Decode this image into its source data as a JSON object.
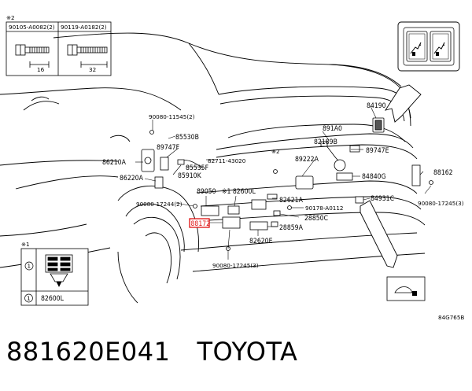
{
  "diagram": {
    "callouts": {
      "inset_ref_2": "※2",
      "inset_ref_1": "※1",
      "bolt_a": "90105-A0082(2)",
      "bolt_b": "90119-A0182(2)",
      "dim_a": "16",
      "dim_b": "32",
      "inset1_index": "1",
      "inset1_part": "82600L",
      "p84190": "84190",
      "p891A0": "891A0",
      "p82189B": "82189B",
      "p89747E": "89747E",
      "p90080_11545": "90080-11545(2)",
      "p85530B": "85530B",
      "p89747F": "89747F",
      "p86210A": "86210A",
      "p82711": "82711-43020",
      "ref2_mark": "※2",
      "p89222A": "89222A",
      "p85535F": "85535F",
      "p85910K": "85910K",
      "p86220A": "86220A",
      "p84840G": "84840G",
      "p88162": "88162",
      "p89050": "89050",
      "p82600L": "※1 82600L",
      "p82621A": "82621A",
      "p84931C": "84931C",
      "p90080_17244": "90080-17244(2)",
      "p90178": "90178-A0112",
      "p90080_17245_right": "90080-17245(3)",
      "p88172": "88172",
      "p28850C": "28850C",
      "p28859A": "28859A",
      "p82620E": "82620E",
      "p90080_17245": "90080-17245(3)",
      "code": "84G765B"
    }
  },
  "caption": {
    "part_number": "881620E041",
    "brand": "TOYOTA"
  }
}
